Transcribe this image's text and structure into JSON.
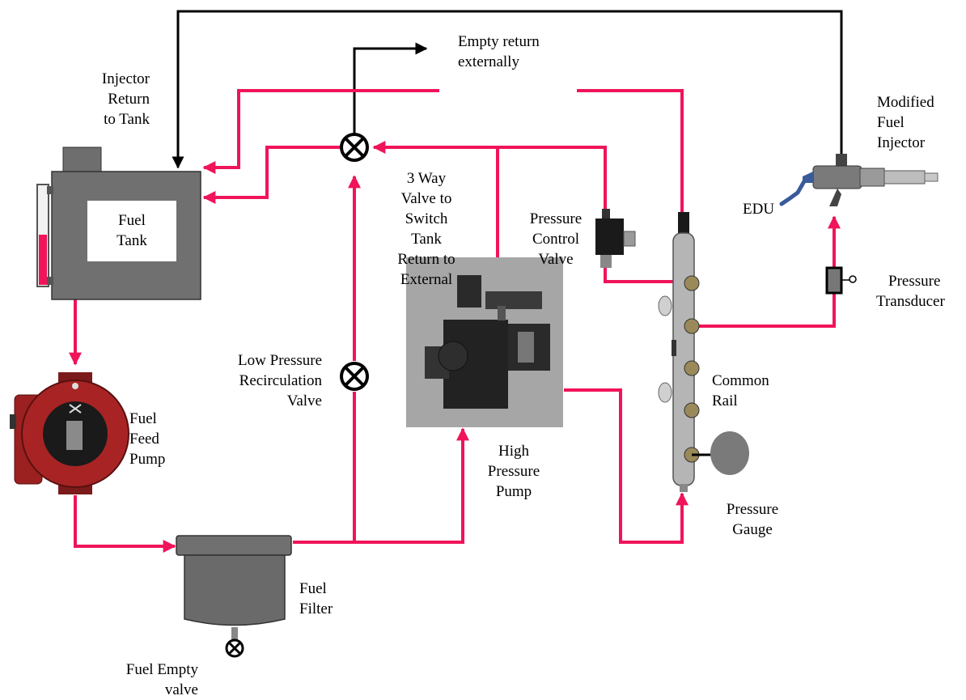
{
  "colors": {
    "fuel_line": "#f0145a",
    "return_line": "#000000",
    "component_grey": "#6e6e6e",
    "pump_red": "#8b1c1c"
  },
  "labels": {
    "empty_return": [
      "Empty return",
      "externally"
    ],
    "injector_return": [
      "Injector",
      "Return",
      "to Tank"
    ],
    "modified_injector": [
      "Modified",
      "Fuel",
      "Injector"
    ],
    "edu": "EDU",
    "fuel_tank": [
      "Fuel",
      "Tank"
    ],
    "three_way_valve": [
      "3 Way",
      "Valve to",
      "Switch",
      "Tank",
      "Return to",
      "External"
    ],
    "pressure_control_valve": [
      "Pressure",
      "Control",
      "Valve"
    ],
    "pressure_transducer": [
      "Pressure",
      "Transducer"
    ],
    "low_pressure_valve": [
      "Low Pressure",
      "Recirculation",
      "Valve"
    ],
    "common_rail": [
      "Common",
      "Rail"
    ],
    "fuel_feed_pump": [
      "Fuel",
      "Feed",
      "Pump"
    ],
    "high_pressure_pump": [
      "High",
      "Pressure",
      "Pump"
    ],
    "pressure_gauge": [
      "Pressure",
      "Gauge"
    ],
    "fuel_filter": [
      "Fuel",
      "Filter"
    ],
    "fuel_empty_valve": [
      "Fuel Empty",
      "valve"
    ]
  },
  "icons": [
    "valve-icon",
    "pump-icon",
    "filter-icon",
    "tank-icon",
    "injector-icon",
    "gauge-icon",
    "transducer-icon",
    "common-rail-icon"
  ]
}
